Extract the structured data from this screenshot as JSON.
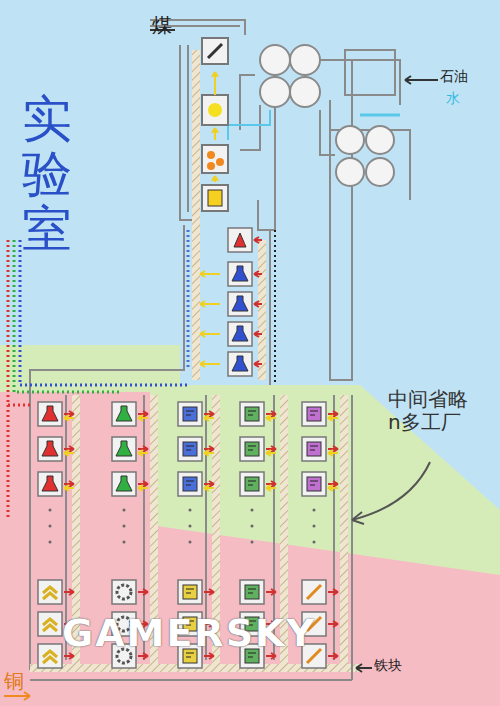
{
  "diagram": {
    "labels": [
      "煤",
      "石油",
      "水",
      "实验室",
      "中间省略 n多工厂",
      "铜",
      "铁块",
      "GAMERSKY"
    ]
  }
}
